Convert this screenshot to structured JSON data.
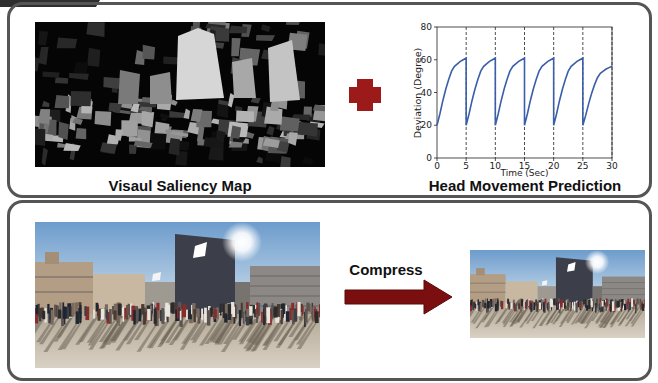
{
  "diagram": {
    "nodes": [
      {
        "text": [
          "Visaul Saliency Map"
        ]
      },
      {
        "text": [
          "Head Movement Prediction"
        ]
      }
    ],
    "labels": [
      "Deviation (Degree)",
      "80",
      "60",
      "40",
      "20",
      "0",
      "0",
      "5",
      "10",
      "15",
      "20",
      "25",
      "30",
      "Time (Sec)",
      "Compress"
    ]
  }
}
